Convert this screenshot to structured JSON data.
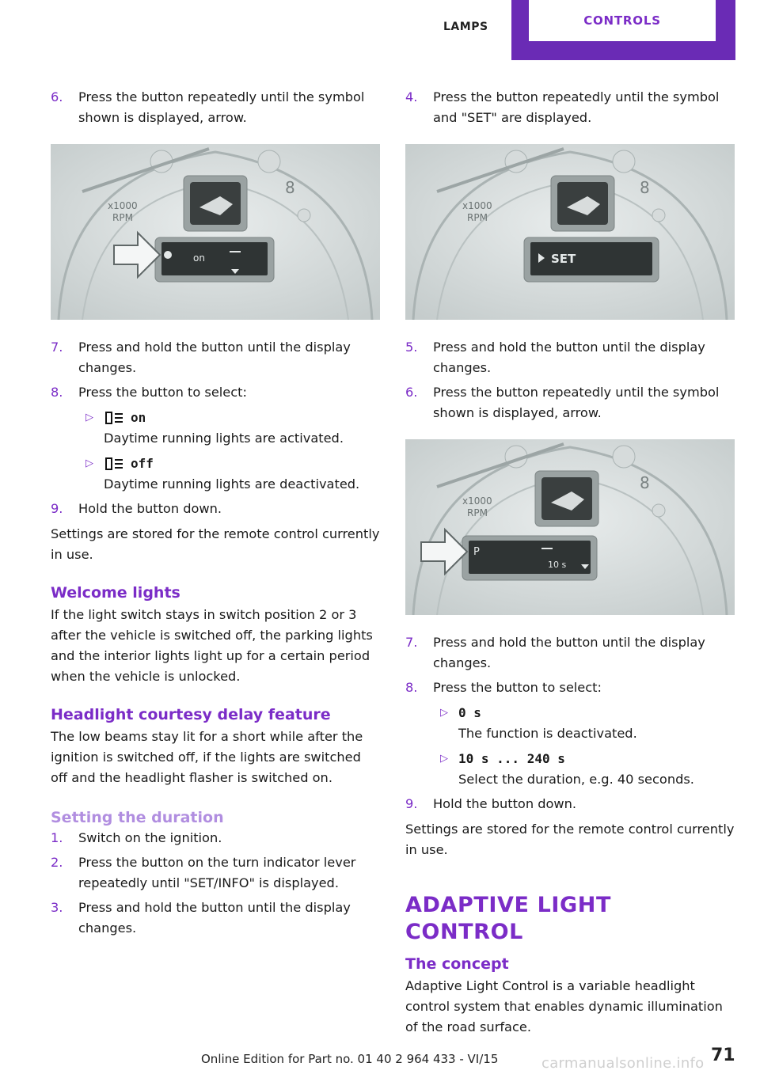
{
  "header": {
    "section": "LAMPS",
    "chapter": "CONTROLS"
  },
  "left": {
    "step6": {
      "num": "6.",
      "text": "Press the button repeatedly until the symbol shown is displayed, arrow."
    },
    "figure1": {
      "rpm_label": "x1000\nRPM",
      "display_text": "on"
    },
    "step7": {
      "num": "7.",
      "text": "Press and hold the button until the display changes."
    },
    "step8": {
      "num": "8.",
      "text": "Press the button to select:"
    },
    "option_on": {
      "bullet": "▷",
      "symbol": "on",
      "text": "Daytime running lights are activated."
    },
    "option_off": {
      "bullet": "▷",
      "symbol": "off",
      "text": "Daytime running lights are deactivated."
    },
    "step9": {
      "num": "9.",
      "text": "Hold the button down."
    },
    "stored_note": "Settings are stored for the remote control currently in use.",
    "welcome_heading": "Welcome lights",
    "welcome_text": "If the light switch stays in switch position 2 or 3 after the vehicle is switched off, the parking lights and the interior lights light up for a certain period when the vehicle is unlocked.",
    "courtesy_heading": "Headlight courtesy delay feature",
    "courtesy_text": "The low beams stay lit for a short while after the ignition is switched off, if the lights are switched off and the headlight flasher is switched on.",
    "duration_heading": "Setting the duration",
    "d1": {
      "num": "1.",
      "text": "Switch on the ignition."
    },
    "d2": {
      "num": "2.",
      "text": "Press the button on the turn indicator lever repeatedly until \"SET/INFO\" is displayed."
    },
    "d3": {
      "num": "3.",
      "text": "Press and hold the button until the display changes."
    }
  },
  "right": {
    "step4": {
      "num": "4.",
      "text": "Press the button repeatedly until the symbol and \"SET\" are displayed."
    },
    "figure2": {
      "rpm_label": "x1000\nRPM",
      "display_text": "SET"
    },
    "step5": {
      "num": "5.",
      "text": "Press and hold the button until the display changes."
    },
    "step6": {
      "num": "6.",
      "text": "Press the button repeatedly until the symbol shown is displayed, arrow."
    },
    "figure3": {
      "rpm_label": "x1000\nRPM",
      "display_text": "10 s"
    },
    "step7": {
      "num": "7.",
      "text": "Press and hold the button until the display changes."
    },
    "step8": {
      "num": "8.",
      "text": "Press the button to select:"
    },
    "option_zero": {
      "bullet": "▷",
      "symbol": "0 s",
      "text": "The function is deactivated."
    },
    "option_range": {
      "bullet": "▷",
      "symbol": "10 s ... 240 s",
      "text": "Select the duration, e.g. 40 seconds."
    },
    "step9": {
      "num": "9.",
      "text": "Hold the button down."
    },
    "stored_note": "Settings are stored for the remote control currently in use.",
    "chapter_heading": "Adaptive Light Control",
    "concept_heading": "The concept",
    "concept_text": "Adaptive Light Control is a variable headlight control system that enables dynamic illumination of the road surface."
  },
  "footer": {
    "text": "Online Edition for Part no. 01 40 2 964 433 - VI/15",
    "page": "71",
    "watermark": "carmanualsonline.info"
  },
  "colors": {
    "accent": "#7b2cc7",
    "accent_light": "#b18ee0",
    "tab": "#6a2bb5"
  }
}
